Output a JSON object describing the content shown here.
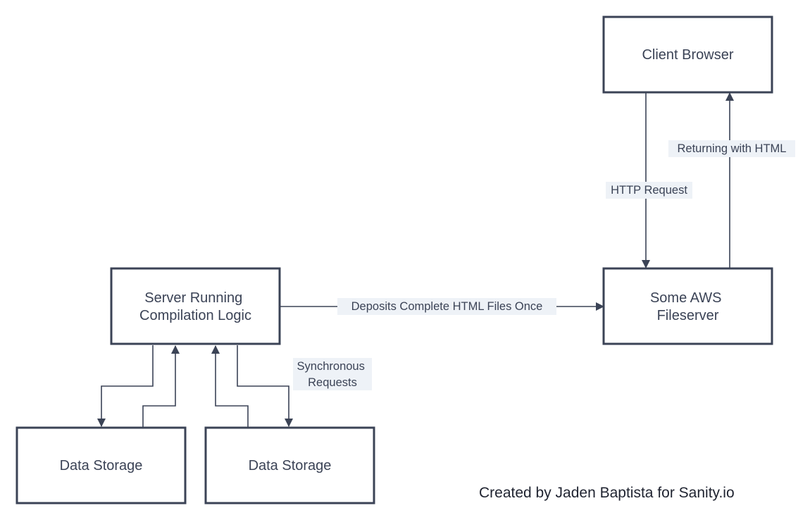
{
  "colors": {
    "stroke": "#3b4356",
    "label_bg": "#eef2f7",
    "credit": "#1f2330"
  },
  "nodes": {
    "client": {
      "lines": [
        "Client Browser"
      ]
    },
    "aws": {
      "lines": [
        "Some AWS",
        "Fileserver"
      ]
    },
    "server": {
      "lines": [
        "Server Running",
        "Compilation Logic"
      ]
    },
    "storage1": {
      "lines": [
        "Data Storage"
      ]
    },
    "storage2": {
      "lines": [
        "Data Storage"
      ]
    }
  },
  "edges": {
    "http_request": {
      "lines": [
        "HTTP Request"
      ]
    },
    "returning": {
      "lines": [
        "Returning with HTML"
      ]
    },
    "deposits": {
      "lines": [
        "Deposits Complete HTML Files Once"
      ]
    },
    "synchronous": {
      "lines": [
        "Synchronous",
        "Requests"
      ]
    }
  },
  "credit": "Created by Jaden Baptista for Sanity.io"
}
